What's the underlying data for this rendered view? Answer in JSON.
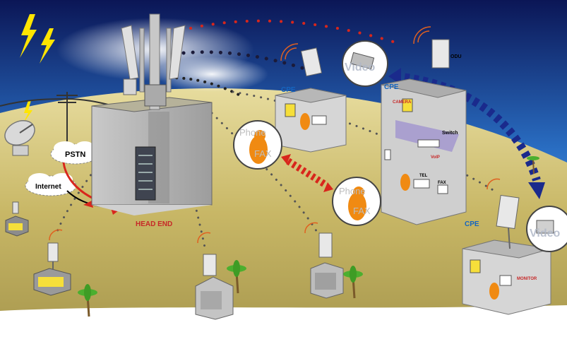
{
  "labels": {
    "pstn": "PSTN",
    "internet": "Internet",
    "head_end": "HEAD END",
    "cpe_top": "CPE",
    "cpe_mid": "CPE",
    "cpe_right": "CPE",
    "odu": "ODU",
    "camera": "CAMERA",
    "switch": "Switch",
    "voip": "VoIP",
    "tel": "TEL",
    "fax": "FAX",
    "monitor": "MONITOR",
    "video_top": "Video",
    "video_right": "Video",
    "phone_top": "Phone",
    "fax_top": "FAX",
    "phone_mid": "Phone",
    "fax_mid": "FAX"
  },
  "colors": {
    "sky_top": "#0d1a5c",
    "sky_bottom": "#6fb4e8",
    "ground": "#c9b86a",
    "link_red": "#d8261c",
    "link_blue": "#1a2a8c",
    "cpe_label": "#1565c0",
    "accent_red": "#c62828"
  }
}
